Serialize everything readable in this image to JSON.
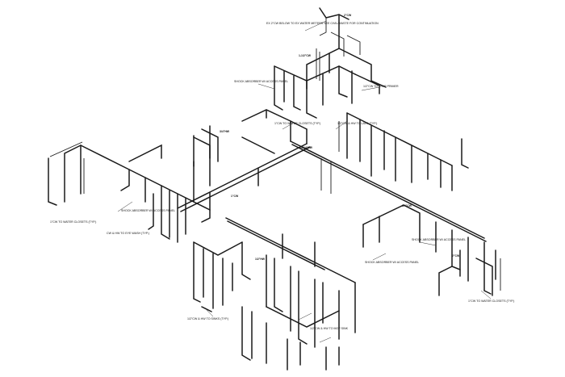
{
  "drawing": {
    "colors": {
      "line": "#1a1a1a",
      "paper": "#ffffff"
    },
    "notes": {
      "top": "EX 2\"CW BELOW TO EX WATER METERS SEE CIVIL/WASTE FOR CONTINUATION",
      "shock_left": "SHOCK ABSORBER W/ ACCESS PANEL",
      "shock_mid": "SHOCK ABSORBER W/ ACCESS PANEL",
      "shock_right": "SHOCK ABSORBER W/ ACCESS PANEL",
      "shock_low": "SHOCK ABSORBER W/ ACCESS PANEL",
      "to_trap_primer": "1/2\"CW TO TRAP PRIMER",
      "to_water_closets_a": "1\"CW TO WATER CLOSETS (TYP.)",
      "to_water_closets_b": "1\"CW TO WATER CLOSETS (TYP.)",
      "to_water_closets_c": "1\"CW TO WATER CLOSETS (TYP.)",
      "to_lavs": "1/2\"CW & HW TO LAVS (TYP.)",
      "to_sinks": "1/2\"CW & HW TO SINKS (TYP.)",
      "to_mop_sink": "1/2\"CW & HW TO MOP SINK",
      "to_eyewash": "CW & HW TO EYE WASH (TYP.)"
    },
    "sizes": {
      "s1": "2\"CW",
      "s2": "1-1/2\"CW",
      "s3": "1-1/4\"CW",
      "s4": "3/4\"HW",
      "s5": "1\"CW",
      "s6": "3/4\"CW",
      "s7": "1/2\"HW",
      "s8": "2\"CW"
    }
  }
}
